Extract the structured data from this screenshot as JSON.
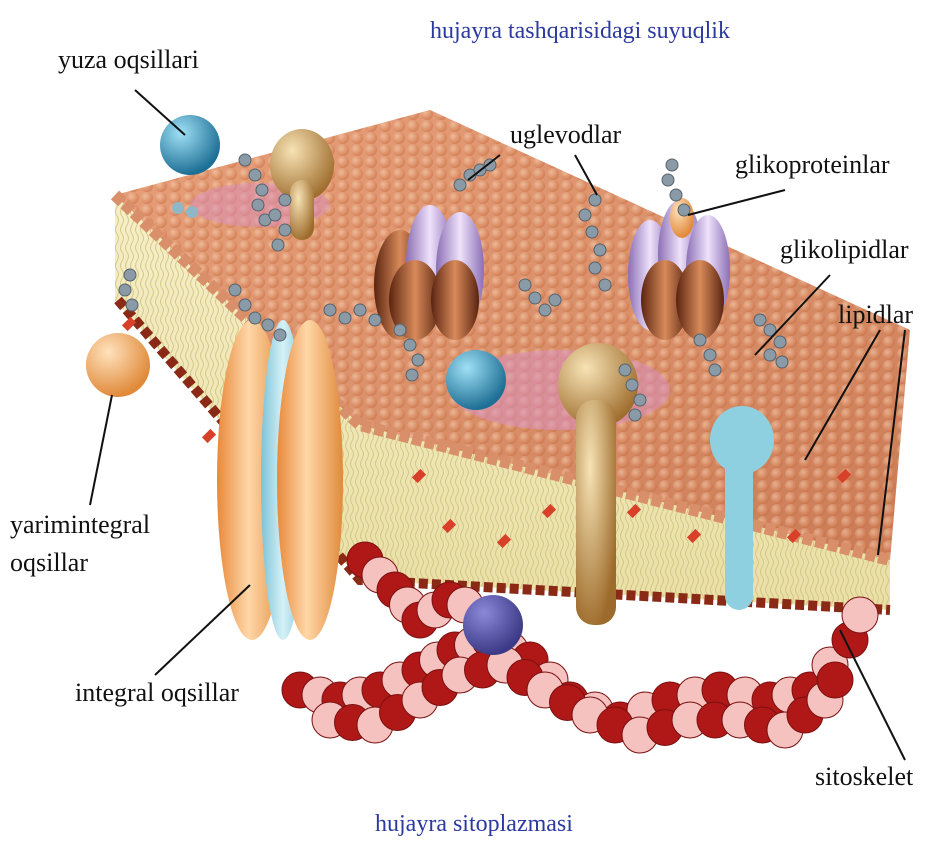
{
  "regions": {
    "outside": "hujayra tashqarisidagi suyuqlik",
    "inside": "hujayra sitoplazmasi"
  },
  "labels": {
    "surface_proteins": "yuza oqsillari",
    "carbohydrates": "uglevodlar",
    "glycoproteins": "glikoproteinlar",
    "glycolipids": "glikolipidlar",
    "lipids": "lipidlar",
    "semi_integral_line1": "yarimintegral",
    "semi_integral_line2": "oqsillar",
    "integral_proteins": "integral oqsillar",
    "cytoskeleton": "sitoskelet"
  },
  "colors": {
    "region_text": "#2b3a9e",
    "lipid_head": "#e0956a",
    "lipid_head_pink": "#d98fbf",
    "protein_blue": "#2f8fb8",
    "protein_light_blue": "#8fd0e0",
    "protein_orange": "#f2a766",
    "protein_gold": "#c8964a",
    "protein_purple": "#a98cc8",
    "protein_brown": "#7a3b1e",
    "cytoskeleton_red": "#b01818",
    "cytoskeleton_pink": "#f5c2c0",
    "sugar_gray": "#8a9aa6"
  }
}
